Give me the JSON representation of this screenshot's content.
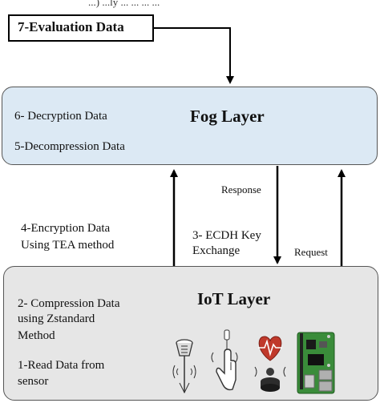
{
  "top_fragment": "...) ...ly ... ... ... ...",
  "evaluation": {
    "label": "7-Evaluation Data"
  },
  "fog_layer": {
    "title": "Fog Layer",
    "items": [
      "6- Decryption Data",
      "5-Decompression Data"
    ]
  },
  "iot_layer": {
    "title": "IoT Layer",
    "compression": [
      "2- Compression Data",
      "using Zstandard",
      "Method"
    ],
    "read": [
      "1-Read Data from",
      "sensor"
    ],
    "devices": [
      "sensor-icon",
      "touch-sensor-icon",
      "heart-rate-sensor-icon",
      "raspberry-pi-board-icon"
    ]
  },
  "arrows": {
    "encryption": [
      "4-Encryption    Data",
      "Using TEA method"
    ],
    "ecdh": [
      "3- ECDH Key",
      "Exchange"
    ],
    "response": "Response",
    "request": "Request"
  }
}
